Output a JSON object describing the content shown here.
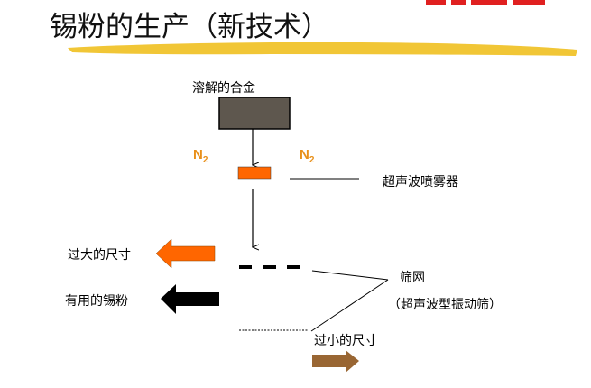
{
  "title": "锡粉的生产（新技术）",
  "colors": {
    "brush": "#f0c020",
    "alloy_box": "#5e574e",
    "atomizer": "#ff6600",
    "n2": "#e8901a",
    "oversize_arrow": "#ff6600",
    "useful_arrow": "#000000",
    "undersize_arrow": "#996633",
    "corner_mark": "#e02020"
  },
  "diagram": {
    "molten_alloy": "溶解的合金",
    "n2_left": "N",
    "n2_left_sub": "2",
    "n2_right": "N",
    "n2_right_sub": "2",
    "atomizer": "超声波喷雾器",
    "oversize": "过大的尺寸",
    "useful": "有用的锡粉",
    "screen": "筛网",
    "screen_type": "（超声波型振动筛）",
    "undersize": "过小的尺寸"
  }
}
